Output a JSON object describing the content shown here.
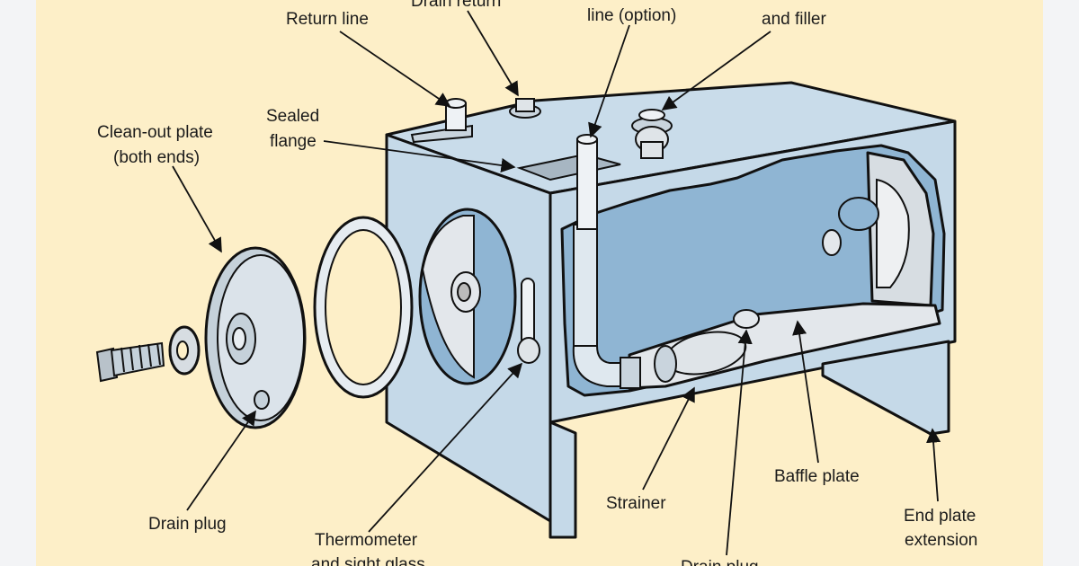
{
  "figure": {
    "title": "Hydraulic reservoir cutaway",
    "colors": {
      "background": "#fdefc8",
      "tank": "#c5d9e8",
      "interior": "#8fb5d3",
      "baffle": "#e3e7eb",
      "outline": "#111111"
    },
    "labels": {
      "return_line": "Return line",
      "drain_return": "Drain return",
      "line_option": "line (option)",
      "and_filler": "and filler",
      "sealed_flange_1": "Sealed",
      "sealed_flange_2": "flange",
      "clean_out_1": "Clean-out plate",
      "clean_out_2": "(both ends)",
      "drain_plug_left": "Drain plug",
      "thermometer_1": "Thermometer",
      "thermometer_2": "and sight glass",
      "strainer": "Strainer",
      "drain_plug_bottom": "Drain plug",
      "baffle_plate": "Baffle plate",
      "end_plate_1": "End plate",
      "end_plate_2": "extension"
    }
  }
}
